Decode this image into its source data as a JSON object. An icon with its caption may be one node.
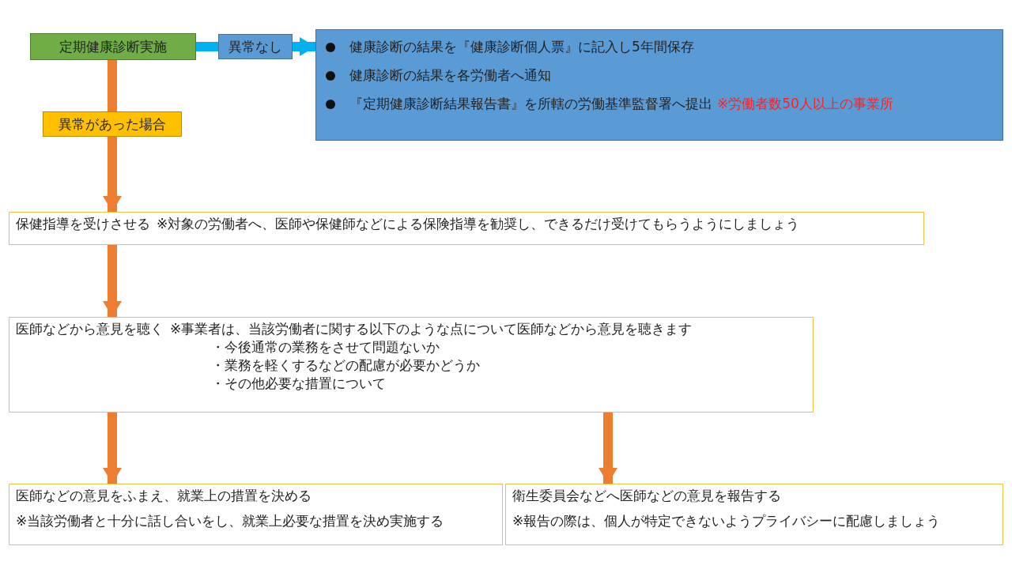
{
  "diagram": {
    "nodes": [
      {
        "text": [
          "定期健康診断実施"
        ]
      },
      {
        "text": [
          "異常なし"
        ]
      },
      {
        "text": [
          "健康診断の結果を『健康診断個人票』に記入し5年間保存",
          "健康診断の結果を各労働者へ通知",
          "『定期健康診断結果報告書』を所轄の労働基準監督署へ提出",
          "※労働者数50人以上の事業所"
        ]
      },
      {
        "text": [
          "異常があった場合"
        ]
      },
      {
        "text": [
          "保健指導を受けさせる",
          "※対象の労働者へ、医師や保健師などによる保険指導を勧奨し、できるだけ受けてもらうようにしましょう"
        ]
      },
      {
        "text": [
          "医師などから意見を聴く",
          "※事業者は、当該労働者に関する以下のような点について医師などから意見を聴きます",
          "・今後通常の業務をさせて問題ないか",
          "・業務を軽くするなどの配慮が必要かどうか",
          "・その他必要な措置について"
        ]
      },
      {
        "text": [
          "医師などの意見をふまえ、就業上の措置を決める",
          "※当該労働者と十分に話し合いをし、就業上必要な措置を決め実施する"
        ]
      },
      {
        "text": [
          "衛生委員会などへ医師などの意見を報告する",
          "※報告の際は、個人が特定できないようプライバシーに配慮しましょう"
        ]
      }
    ],
    "edges": [
      {
        "from": 0,
        "to": 1,
        "arrow": "none",
        "color": "#00b0f0"
      },
      {
        "from": 1,
        "to": 2,
        "arrow": "to",
        "color": "#00b0f0"
      },
      {
        "from": 0,
        "to": 3,
        "arrow": "none"
      },
      {
        "from": 3,
        "to": 4,
        "arrow": "to"
      },
      {
        "from": 4,
        "to": 5,
        "arrow": "to"
      },
      {
        "from": 5,
        "to": 6,
        "arrow": "to"
      },
      {
        "from": 5,
        "to": 7,
        "arrow": "to"
      }
    ]
  }
}
